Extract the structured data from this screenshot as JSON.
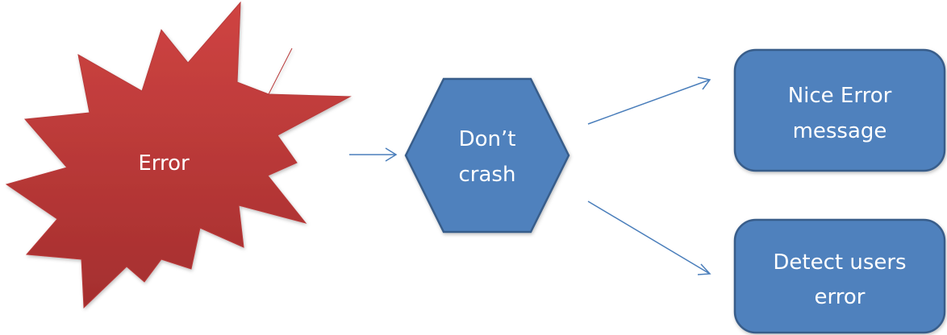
{
  "diagram": {
    "nodes": [
      {
        "id": "error",
        "shape": "explosion",
        "lines": [
          "Error"
        ],
        "fill": "#C0393B"
      },
      {
        "id": "dont-crash",
        "shape": "hexagon",
        "lines": [
          "Don’t",
          "crash"
        ],
        "fill": "#4F81BD"
      },
      {
        "id": "nice-error-message",
        "shape": "rounded-rect",
        "lines": [
          "Nice Error",
          "message"
        ],
        "fill": "#4F81BD"
      },
      {
        "id": "detect-users-error",
        "shape": "rounded-rect",
        "lines": [
          "Detect users",
          "error"
        ],
        "fill": "#4F81BD"
      }
    ],
    "edges": [
      {
        "from": "error",
        "to": "dont-crash"
      },
      {
        "from": "dont-crash",
        "to": "nice-error-message"
      },
      {
        "from": "dont-crash",
        "to": "detect-users-error"
      }
    ],
    "colors": {
      "accent": "#4F81BD",
      "border": "#385D8A",
      "error": "#C0393B",
      "arrow": "#4A7EBB"
    }
  }
}
